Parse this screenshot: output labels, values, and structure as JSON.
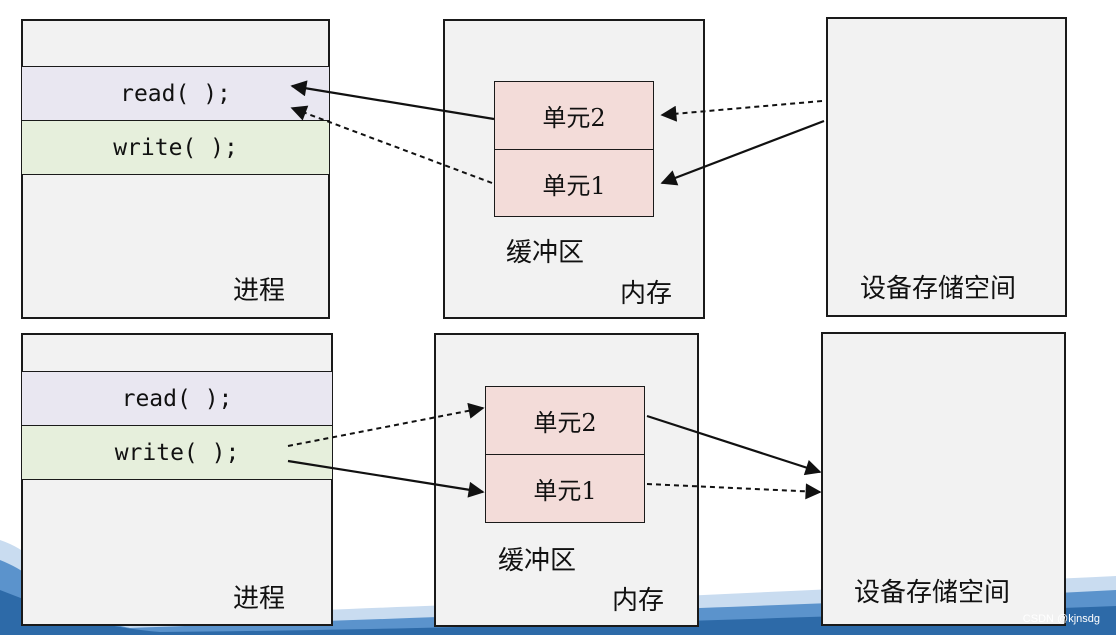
{
  "top": {
    "process": {
      "read": "read( );",
      "write": "write( );",
      "label": "进程"
    },
    "memory": {
      "cell2": "单元2",
      "cell1": "单元1",
      "buffer": "缓冲区",
      "label": "内存"
    },
    "device": {
      "label": "设备存储空间"
    }
  },
  "bottom": {
    "process": {
      "read": "read( );",
      "write": "write( );",
      "label": "进程"
    },
    "memory": {
      "cell2": "单元2",
      "cell1": "单元1",
      "buffer": "缓冲区",
      "label": "内存"
    },
    "device": {
      "label": "设备存储空间"
    }
  },
  "watermark": "CSDN @kjnsdg"
}
